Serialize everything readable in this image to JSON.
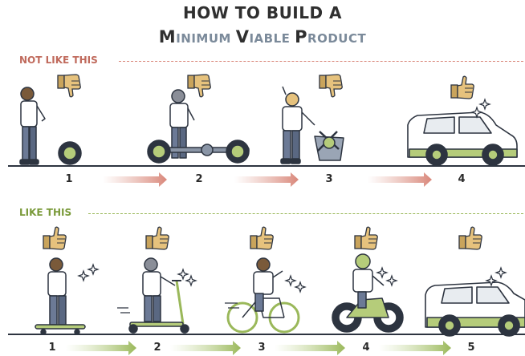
{
  "title": {
    "line1": "HOW TO BUILD A",
    "line2": [
      {
        "cap": "M",
        "rest": "INIMUM "
      },
      {
        "cap": "V",
        "rest": "IABLE "
      },
      {
        "cap": "P",
        "rest": "RODUCT"
      }
    ]
  },
  "sections": {
    "not_like_this": {
      "label": "NOT LIKE THIS",
      "steps": [
        "1",
        "2",
        "3",
        "4"
      ],
      "verdicts": [
        "thumbs-down",
        "thumbs-down",
        "thumbs-down",
        "thumbs-up"
      ],
      "color": "#d9877a"
    },
    "like_this": {
      "label": "LIKE THIS",
      "steps": [
        "1",
        "2",
        "3",
        "4",
        "5"
      ],
      "verdicts": [
        "thumbs-up",
        "thumbs-up",
        "thumbs-up",
        "thumbs-up",
        "thumbs-up"
      ],
      "color": "#9ab85a"
    }
  },
  "colors": {
    "accent_green": "#b5cc7a",
    "accent_red": "#e1a396",
    "thumb_up": "#e6c27d",
    "thumb_down": "#e6c27d",
    "outline": "#2d3440"
  }
}
